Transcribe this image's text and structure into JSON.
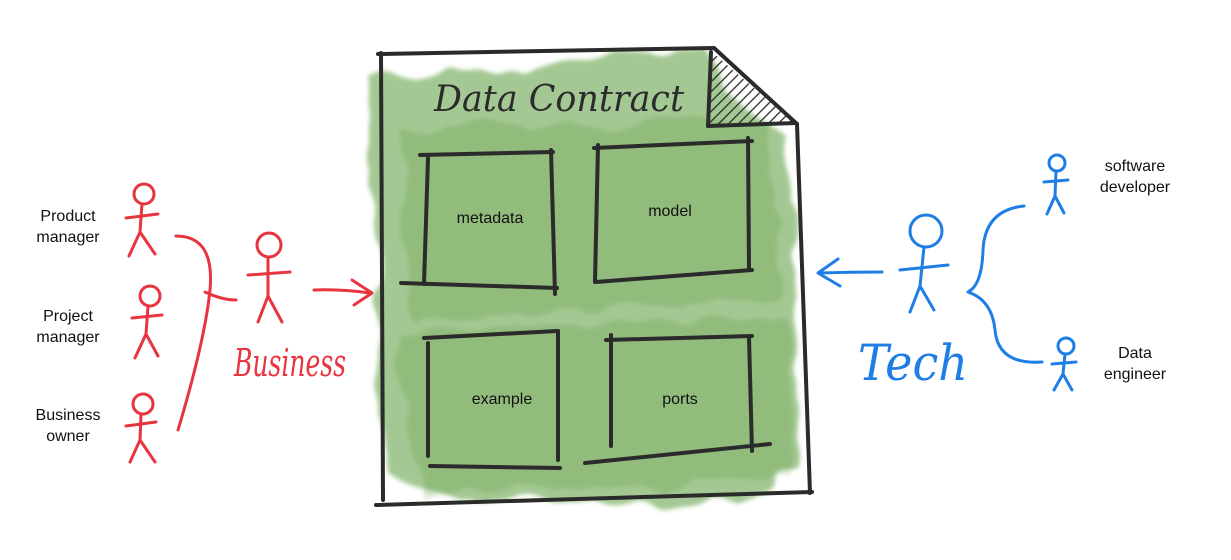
{
  "title": "Data Contract",
  "sections": [
    "metadata",
    "model",
    "example",
    "ports"
  ],
  "business": {
    "label": "Business",
    "roles": [
      "Product\nmanager",
      "Project\nmanager",
      "Business\nowner"
    ]
  },
  "tech": {
    "label": "Tech",
    "roles": [
      "software\ndeveloper",
      "Data\nengineer"
    ]
  },
  "colors": {
    "business": "#e8343f",
    "tech": "#1f7de6",
    "wash": "#5a9a3a",
    "ink": "#2b2b2b"
  }
}
